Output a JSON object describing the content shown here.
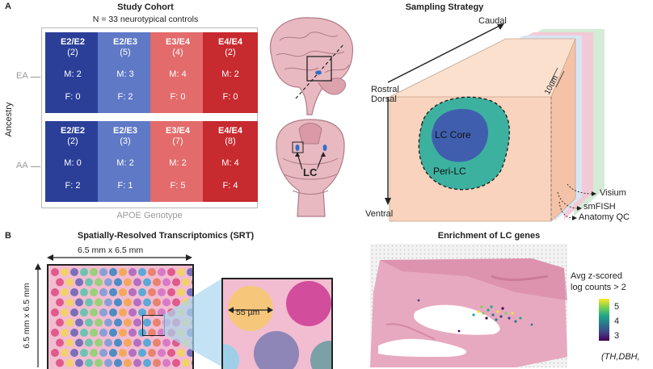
{
  "panelA": {
    "letter": "A",
    "cohort_title": "Study Cohort",
    "cohort_subtitle": "N = 33 neurotypical controls",
    "axis_ancestry": "Ancestry",
    "row_ea": "EA",
    "row_aa": "AA",
    "axis_genotype": "APOE Genotype",
    "rows": [
      [
        {
          "genotype": "E2/E2",
          "n": "(2)",
          "m": "M: 2",
          "f": "F: 0",
          "color": "#2b3f99"
        },
        {
          "genotype": "E2/E3",
          "n": "(5)",
          "m": "M: 3",
          "f": "F: 2",
          "color": "#5f79c6"
        },
        {
          "genotype": "E3/E4",
          "n": "(4)",
          "m": "M: 4",
          "f": "F: 0",
          "color": "#e36b6b"
        },
        {
          "genotype": "E4/E4",
          "n": "(2)",
          "m": "M: 2",
          "f": "F: 0",
          "color": "#c72a2f"
        }
      ],
      [
        {
          "genotype": "E2/E2",
          "n": "(2)",
          "m": "M: 0",
          "f": "F: 2",
          "color": "#2b3f99"
        },
        {
          "genotype": "E2/E3",
          "n": "(3)",
          "m": "M: 2",
          "f": "F: 1",
          "color": "#5f79c6"
        },
        {
          "genotype": "E3/E4",
          "n": "(7)",
          "m": "M: 2",
          "f": "F: 5",
          "color": "#e36b6b"
        },
        {
          "genotype": "E4/E4",
          "n": "(8)",
          "m": "M: 4",
          "f": "F: 4",
          "color": "#c72a2f"
        }
      ]
    ],
    "lc_label": "LC",
    "sampling_title": "Sampling Strategy",
    "caudal": "Caudal",
    "rostral": "Rostral",
    "dorsal": "Dorsal",
    "ventral": "Ventral",
    "thickness": "10um",
    "lc_core": "LC Core",
    "peri_lc": "Peri-LC",
    "visium": "Visium",
    "smfish": "smFISH",
    "anatomy_qc": "Anatomy QC"
  },
  "panelB": {
    "letter": "B",
    "srt_title": "Spatially-Resolved Transcriptomics (SRT)",
    "size_h": "6.5 mm x 6.5 mm",
    "size_v": "6.5 mm x 6.5 mm",
    "spot_size": "55 µm",
    "enrich_title": "Enrichment of LC genes",
    "legend_title1": "Avg z-scored",
    "legend_title2": "log counts > 2",
    "legend_ticks": [
      "5",
      "4",
      "3"
    ],
    "genes": "(TH,DBH,"
  },
  "colors": {
    "peach": "#f9d3bd",
    "lc_core": "#3f5fae",
    "peri_lc": "#3db1a0",
    "spot_bg": "#f2bcd1"
  }
}
